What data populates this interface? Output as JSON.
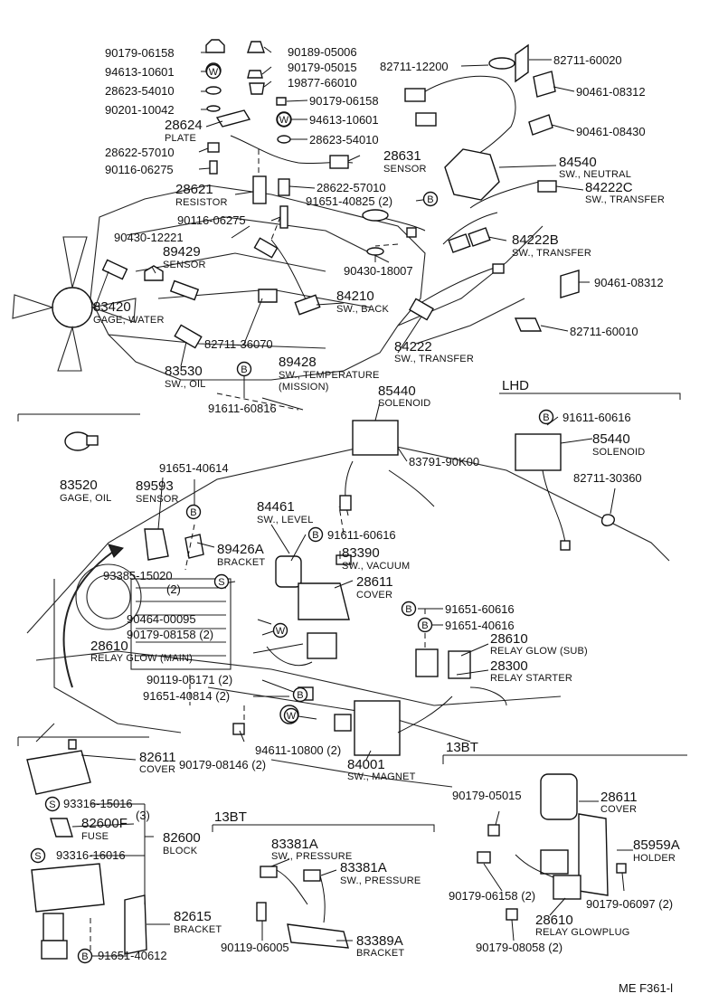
{
  "diagram_code": "ME  F361-l",
  "section_labels": {
    "lhd": "LHD",
    "bt13_right": "13BT",
    "bt13_bottom": "13BT"
  },
  "symbols": {
    "B": "B",
    "W": "W",
    "S": "S"
  },
  "callouts": {
    "p90179_06158_a": "90179-06158",
    "p94613_10601_a": "94613-10601",
    "p28623_54010_a": "28623-54010",
    "p90201_10042": "90201-10042",
    "p28624": "28624",
    "p28624_d": "PLATE",
    "p28622_57010_a": "28622-57010",
    "p90116_06275_a": "90116-06275",
    "p28621": "28621",
    "p28621_d": "RESISTOR",
    "p90430_12221": "90430-12221",
    "p89429": "89429",
    "p89429_d": "SENSOR",
    "p83420": "83420",
    "p83420_d": "GAGE, WATER",
    "p83530": "83530",
    "p83530_d": "SW., OIL",
    "p90189_05006": "90189-05006",
    "p90179_05015_a": "90179-05015",
    "p19877_66010": "19877-66010",
    "p90179_06158_b": "90179-06158",
    "p94613_10601_b": "94613-10601",
    "p28623_54010_b": "28623-54010",
    "p28631": "28631",
    "p28631_d": "SENSOR",
    "p28622_57010_b": "28622-57010",
    "p91651_40825": "91651-40825 (2)",
    "p90116_06275_b": "90116-06275",
    "p90430_18007": "90430-18007",
    "p84210": "84210",
    "p84210_d": "SW., BACK",
    "p82711_36070": "82711-36070",
    "p89428": "89428",
    "p89428_d1": "SW., TEMPERATURE",
    "p89428_d2": "(MISSION)",
    "p91611_60816": "91611-60816",
    "p82711_12200": "82711-12200",
    "p82711_60020": "82711-60020",
    "p90461_08312_a": "90461-08312",
    "p90461_08430": "90461-08430",
    "p84540": "84540",
    "p84540_d": "SW., NEUTRAL",
    "p84222c": "84222C",
    "p84222c_d": "SW., TRANSFER",
    "p84222b": "84222B",
    "p84222b_d": "SW., TRANSFER",
    "p90461_08312_b": "90461-08312",
    "p82711_60010": "82711-60010",
    "p84222": "84222",
    "p84222_d": "SW., TRANSFER",
    "p85440_a": "85440",
    "p85440_a_d": "SOLENOID",
    "p83791": "83791-90K00",
    "p91611_60616_lhd": "91611-60616",
    "p85440_b": "85440",
    "p85440_b_d": "SOLENOID",
    "p82711_30360": "82711-30360",
    "p83520": "83520",
    "p83520_d": "GAGE, OIL",
    "p91651_40614": "91651-40614",
    "p89593": "89593",
    "p89593_d": "SENSOR",
    "p84461": "84461",
    "p84461_d": "SW., LEVEL",
    "p91611_60616_b": "91611-60616",
    "p89426a": "89426A",
    "p89426a_d": "BRACKET",
    "p83390": "83390",
    "p83390_d": "SW., VACUUM",
    "p93385": "93385-15020",
    "p93385_q": "(2)",
    "p28611_a": "28611",
    "p28611_a_d": "COVER",
    "p91651_60616": "91651-60616",
    "p91651_40616": "91651-40616",
    "p90464": "90464-00095",
    "p90179_08158": "90179-08158 (2)",
    "p28610_a": "28610",
    "p28610_a_d": "RELAY GLOW (MAIN)",
    "p28610_b": "28610",
    "p28610_b_d": "RELAY GLOW (SUB)",
    "p28300": "28300",
    "p28300_d": "RELAY STARTER",
    "p90119_06171": "90119-06171 (2)",
    "p91651_40814": "91651-40814 (2)",
    "p94611": "94611-10800 (2)",
    "p90179_08146": "90179-08146 (2)",
    "p84001": "84001",
    "p84001_d": "SW., MAGNET",
    "p82611": "82611",
    "p82611_d": "COVER",
    "p93316_15016": "93316-15016",
    "p93316_15016_q": "(3)",
    "p82600f": "82600F",
    "p82600f_d": "FUSE",
    "p82600": "82600",
    "p82600_d": "BLOCK",
    "p93316_16016": "93316-16016",
    "p82615": "82615",
    "p82615_d": "BRACKET",
    "p91651_40612": "91651-40612",
    "p83381a_a": "83381A",
    "p83381a_a_d": "SW., PRESSURE",
    "p83381a_b": "83381A",
    "p83381a_b_d": "SW., PRESSURE",
    "p90119_06005": "90119-06005",
    "p83389a": "83389A",
    "p83389a_d": "BRACKET",
    "p90179_05015_b": "90179-05015",
    "p28611_b": "28611",
    "p28611_b_d": "COVER",
    "p85959a": "85959A",
    "p85959a_d": "HOLDER",
    "p90179_06158_c": "90179-06158 (2)",
    "p90179_06097": "90179-06097 (2)",
    "p28610_c": "28610",
    "p28610_c_d": "RELAY GLOWPLUG",
    "p90179_08058": "90179-08058 (2)"
  }
}
